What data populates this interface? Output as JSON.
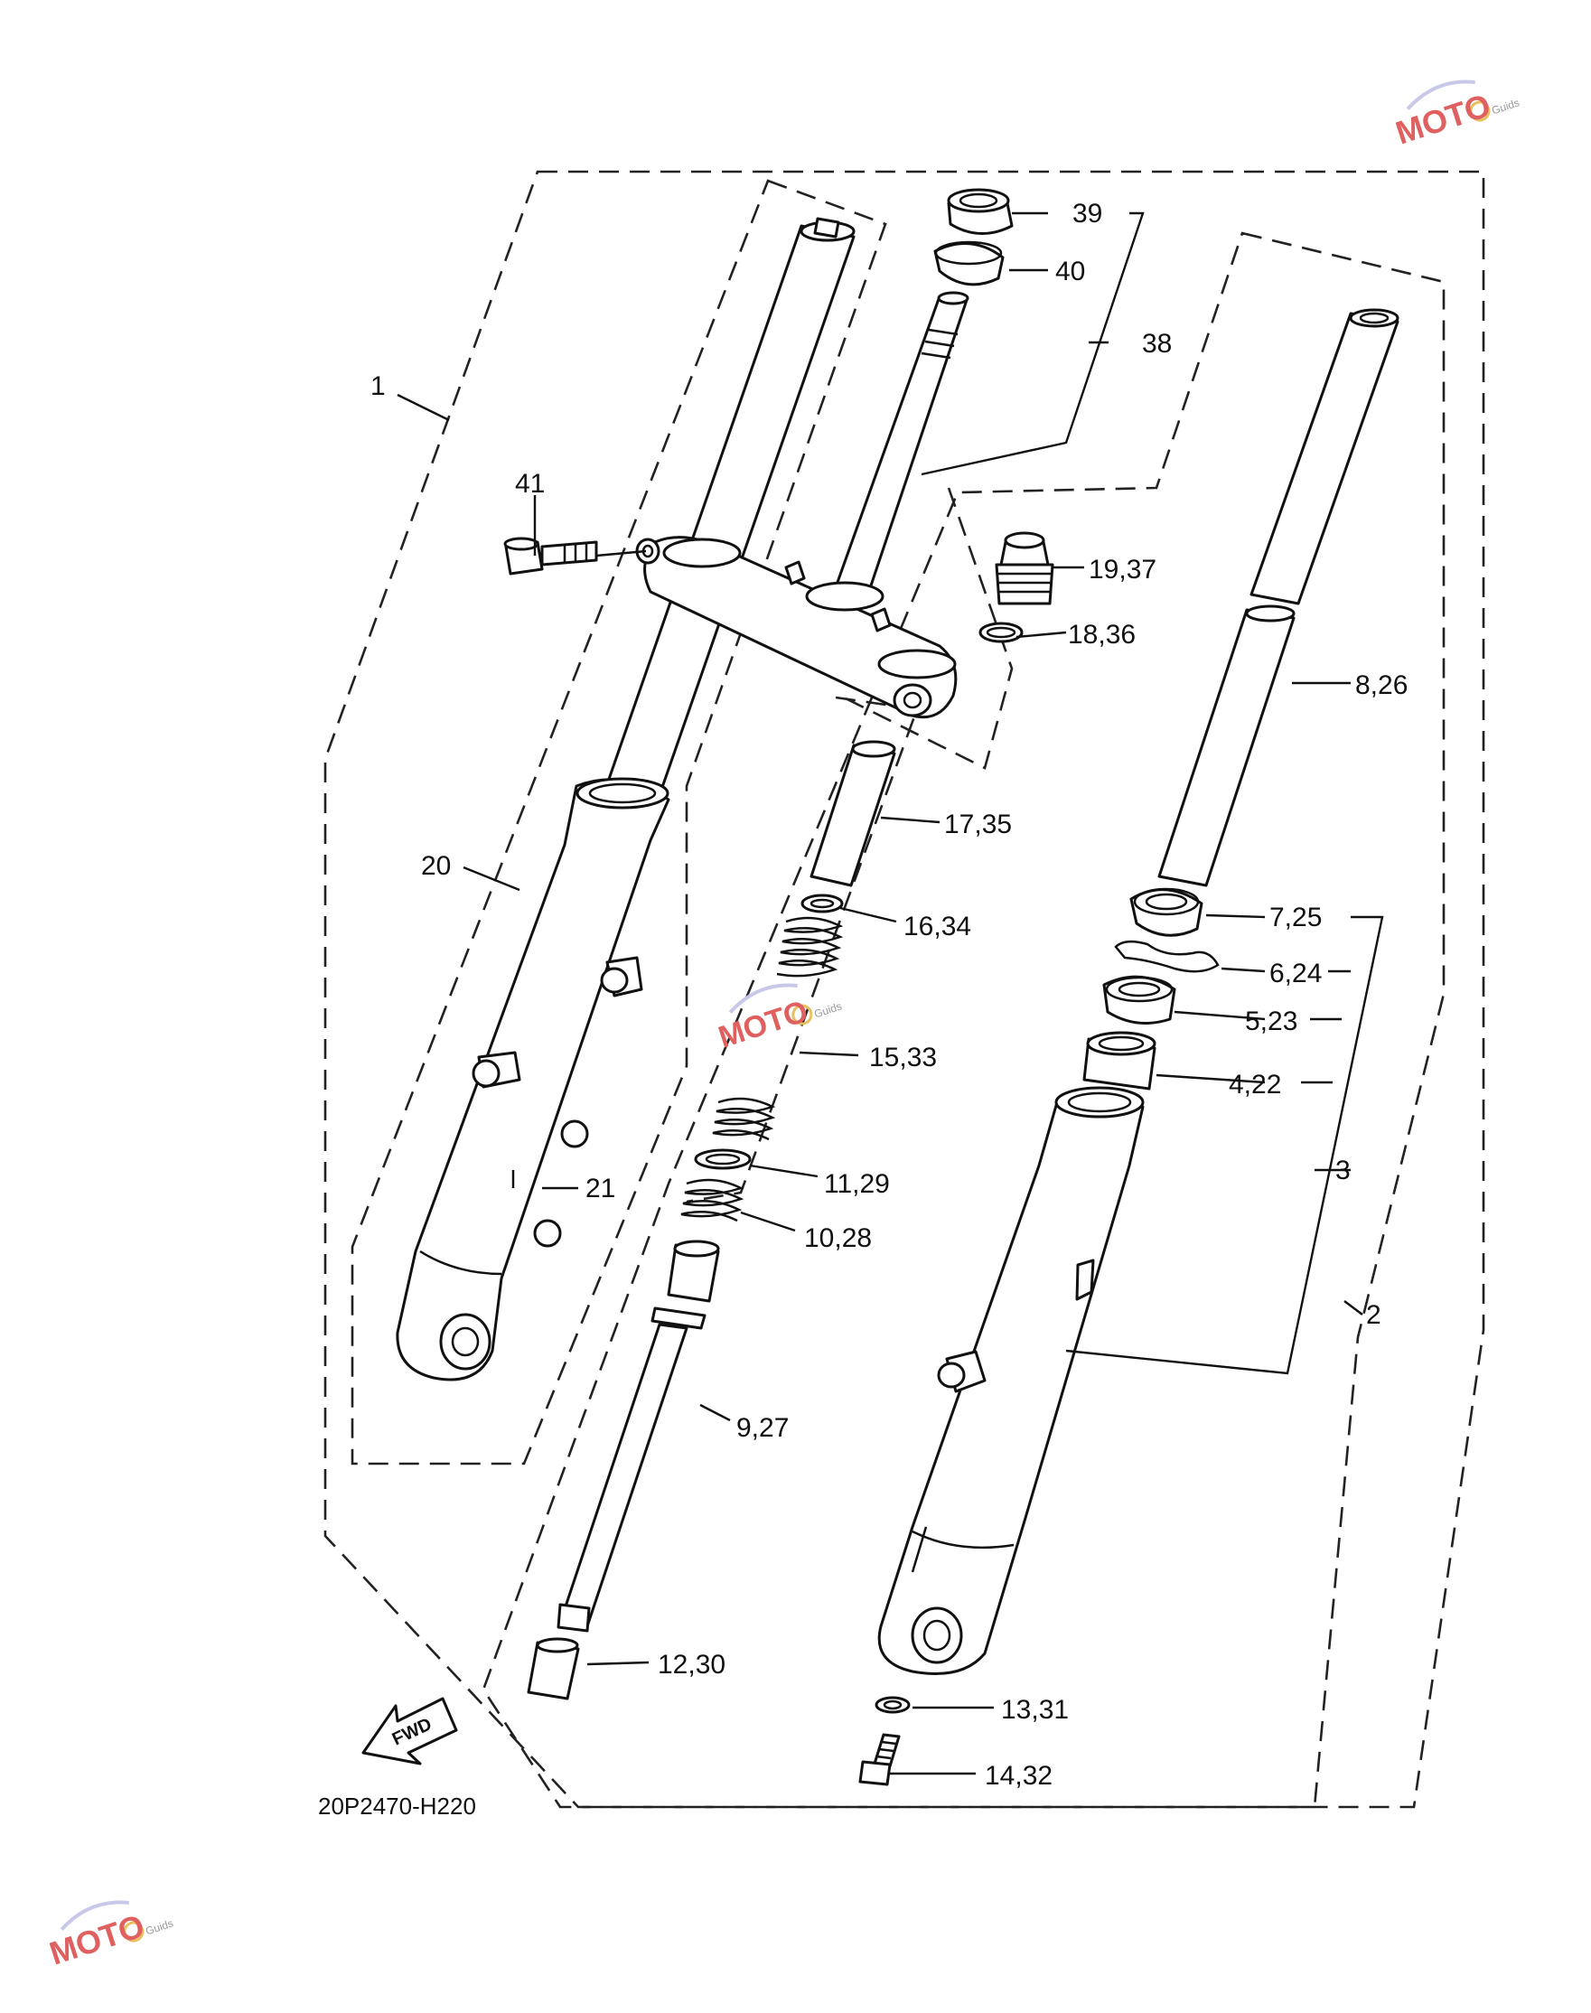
{
  "diagram_code": "20P2470-H220",
  "fwd_label": "FWD",
  "watermark": {
    "text": "MOTO",
    "sub": "Guids",
    "color": "#e06060"
  },
  "callouts": {
    "c1": "1",
    "c2": "2",
    "c3": "3",
    "c20": "20",
    "c21": "21",
    "c38": "38",
    "c39": "39",
    "c40": "40",
    "c41": "41",
    "c19_37": "19,37",
    "c18_36": "18,36",
    "c8_26": "8,26",
    "c17_35": "17,35",
    "c16_34": "16,34",
    "c15_33": "15,33",
    "c11_29": "11,29",
    "c10_28": "10,28",
    "c9_27": "9,27",
    "c12_30": "12,30",
    "c13_31": "13,31",
    "c14_32": "14,32",
    "c7_25": "7,25",
    "c6_24": "6,24",
    "c5_23": "5,23",
    "c4_22": "4,22"
  }
}
